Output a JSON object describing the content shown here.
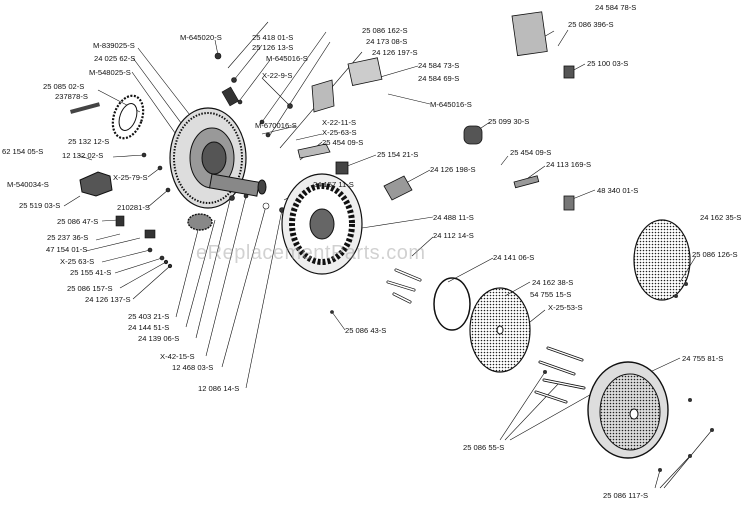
{
  "watermark": "eReplacementParts.com",
  "callouts": [
    {
      "id": "c01",
      "text": "24 584 78-S"
    },
    {
      "id": "c02",
      "text": "25 086 396-S"
    },
    {
      "id": "c03",
      "text": "M-645020-S"
    },
    {
      "id": "c04",
      "text": "25 418 01-S"
    },
    {
      "id": "c05",
      "text": "25 126 13-S"
    },
    {
      "id": "c06",
      "text": "M-839025-S"
    },
    {
      "id": "c07",
      "text": "24 025 62-S"
    },
    {
      "id": "c08",
      "text": "M-548025-S"
    },
    {
      "id": "c09",
      "text": "25 085 02-S"
    },
    {
      "id": "c10",
      "text": "237878-S"
    },
    {
      "id": "c11",
      "text": "25 086 162-S"
    },
    {
      "id": "c12",
      "text": "24 173 08-S"
    },
    {
      "id": "c13",
      "text": "M-645016-S"
    },
    {
      "id": "c14",
      "text": "24 126 197-S"
    },
    {
      "id": "c15",
      "text": "X-22-9-S"
    },
    {
      "id": "c16",
      "text": "24 584 73-S"
    },
    {
      "id": "c17",
      "text": "24 584 69-S"
    },
    {
      "id": "c18",
      "text": "25 100 03-S"
    },
    {
      "id": "c19",
      "text": "M-645016-S"
    },
    {
      "id": "c20",
      "text": "M-670016-S"
    },
    {
      "id": "c21",
      "text": "X-22-11-S"
    },
    {
      "id": "c22",
      "text": "X-25-63-S"
    },
    {
      "id": "c23",
      "text": "25 454 09-S"
    },
    {
      "id": "c24",
      "text": "25 099 30-S"
    },
    {
      "id": "c25",
      "text": "25 132 12-S"
    },
    {
      "id": "c26",
      "text": "62 154 05-S"
    },
    {
      "id": "c27",
      "text": "12 132 02-S"
    },
    {
      "id": "c28",
      "text": "25 154 21-S"
    },
    {
      "id": "c29",
      "text": "25 454 09-S"
    },
    {
      "id": "c30",
      "text": "24 113 169-S"
    },
    {
      "id": "c31",
      "text": "24 126 198-S"
    },
    {
      "id": "c32",
      "text": "X-25-79-S"
    },
    {
      "id": "c33",
      "text": "M-540034-S"
    },
    {
      "id": "c34",
      "text": "24 157 11-S"
    },
    {
      "id": "c35",
      "text": "48 340 01-S"
    },
    {
      "id": "c36",
      "text": "25 519 03-S"
    },
    {
      "id": "c37",
      "text": "210281-S"
    },
    {
      "id": "c38",
      "text": "25 086 47-S"
    },
    {
      "id": "c39",
      "text": "24 162 35-S"
    },
    {
      "id": "c40",
      "text": "24 488 11-S"
    },
    {
      "id": "c41",
      "text": "25 237 36-S"
    },
    {
      "id": "c42",
      "text": "24 112 14-S"
    },
    {
      "id": "c43",
      "text": "47 154 01-S"
    },
    {
      "id": "c44",
      "text": "25 086 126-S"
    },
    {
      "id": "c45",
      "text": "24 141 06-S"
    },
    {
      "id": "c46",
      "text": "X-25 63-S"
    },
    {
      "id": "c47",
      "text": "25 155 41-S"
    },
    {
      "id": "c48",
      "text": "25 086 157-S"
    },
    {
      "id": "c49",
      "text": "24 162 38-S"
    },
    {
      "id": "c50",
      "text": "24 126 137-S"
    },
    {
      "id": "c51",
      "text": "54 755 15-S"
    },
    {
      "id": "c52",
      "text": "X-25-53-S"
    },
    {
      "id": "c53",
      "text": "25 403 21-S"
    },
    {
      "id": "c54",
      "text": "24 144 51-S"
    },
    {
      "id": "c55",
      "text": "25 086 43-S"
    },
    {
      "id": "c56",
      "text": "24 139 06-S"
    },
    {
      "id": "c57",
      "text": "24 755 81-S"
    },
    {
      "id": "c58",
      "text": "X-42-15-S"
    },
    {
      "id": "c59",
      "text": "12 468 03-S"
    },
    {
      "id": "c60",
      "text": "12 086 14-S"
    },
    {
      "id": "c61",
      "text": "25 086 55-S"
    },
    {
      "id": "c62",
      "text": "25 086 117-S"
    }
  ]
}
